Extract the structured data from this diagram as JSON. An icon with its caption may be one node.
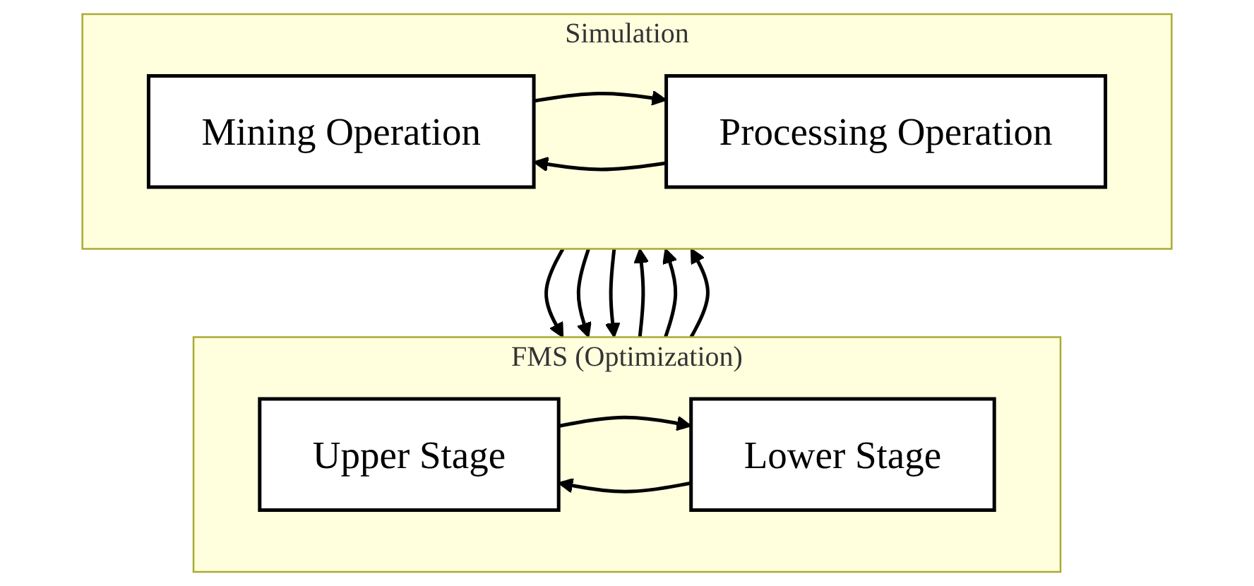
{
  "diagram": {
    "nodes": [
      {
        "text": [
          "FMS (Optimization)"
        ]
      },
      {
        "text": [
          "Upper Stage"
        ],
        "in": 0
      },
      {
        "text": [
          "Lower Stage"
        ],
        "in": 0
      },
      {
        "text": [
          "Simulation"
        ]
      },
      {
        "text": [
          "Mining Operation"
        ],
        "in": 3
      },
      {
        "text": [
          "Processing Operation"
        ],
        "in": 3
      }
    ],
    "edges": [
      {
        "from": 1,
        "to": 2,
        "arrow": "to"
      },
      {
        "from": 2,
        "to": 1,
        "arrow": "to"
      },
      {
        "from": 0,
        "to": 3,
        "arrow": "to"
      },
      {
        "from": 3,
        "to": 0,
        "arrow": "to"
      },
      {
        "from": 0,
        "to": 3,
        "arrow": "to"
      },
      {
        "from": 3,
        "to": 0,
        "arrow": "to"
      },
      {
        "from": 0,
        "to": 3,
        "arrow": "to"
      },
      {
        "from": 3,
        "to": 0,
        "arrow": "to"
      },
      {
        "from": 4,
        "to": 5,
        "arrow": "to"
      },
      {
        "from": 5,
        "to": 4,
        "arrow": "to"
      }
    ]
  }
}
